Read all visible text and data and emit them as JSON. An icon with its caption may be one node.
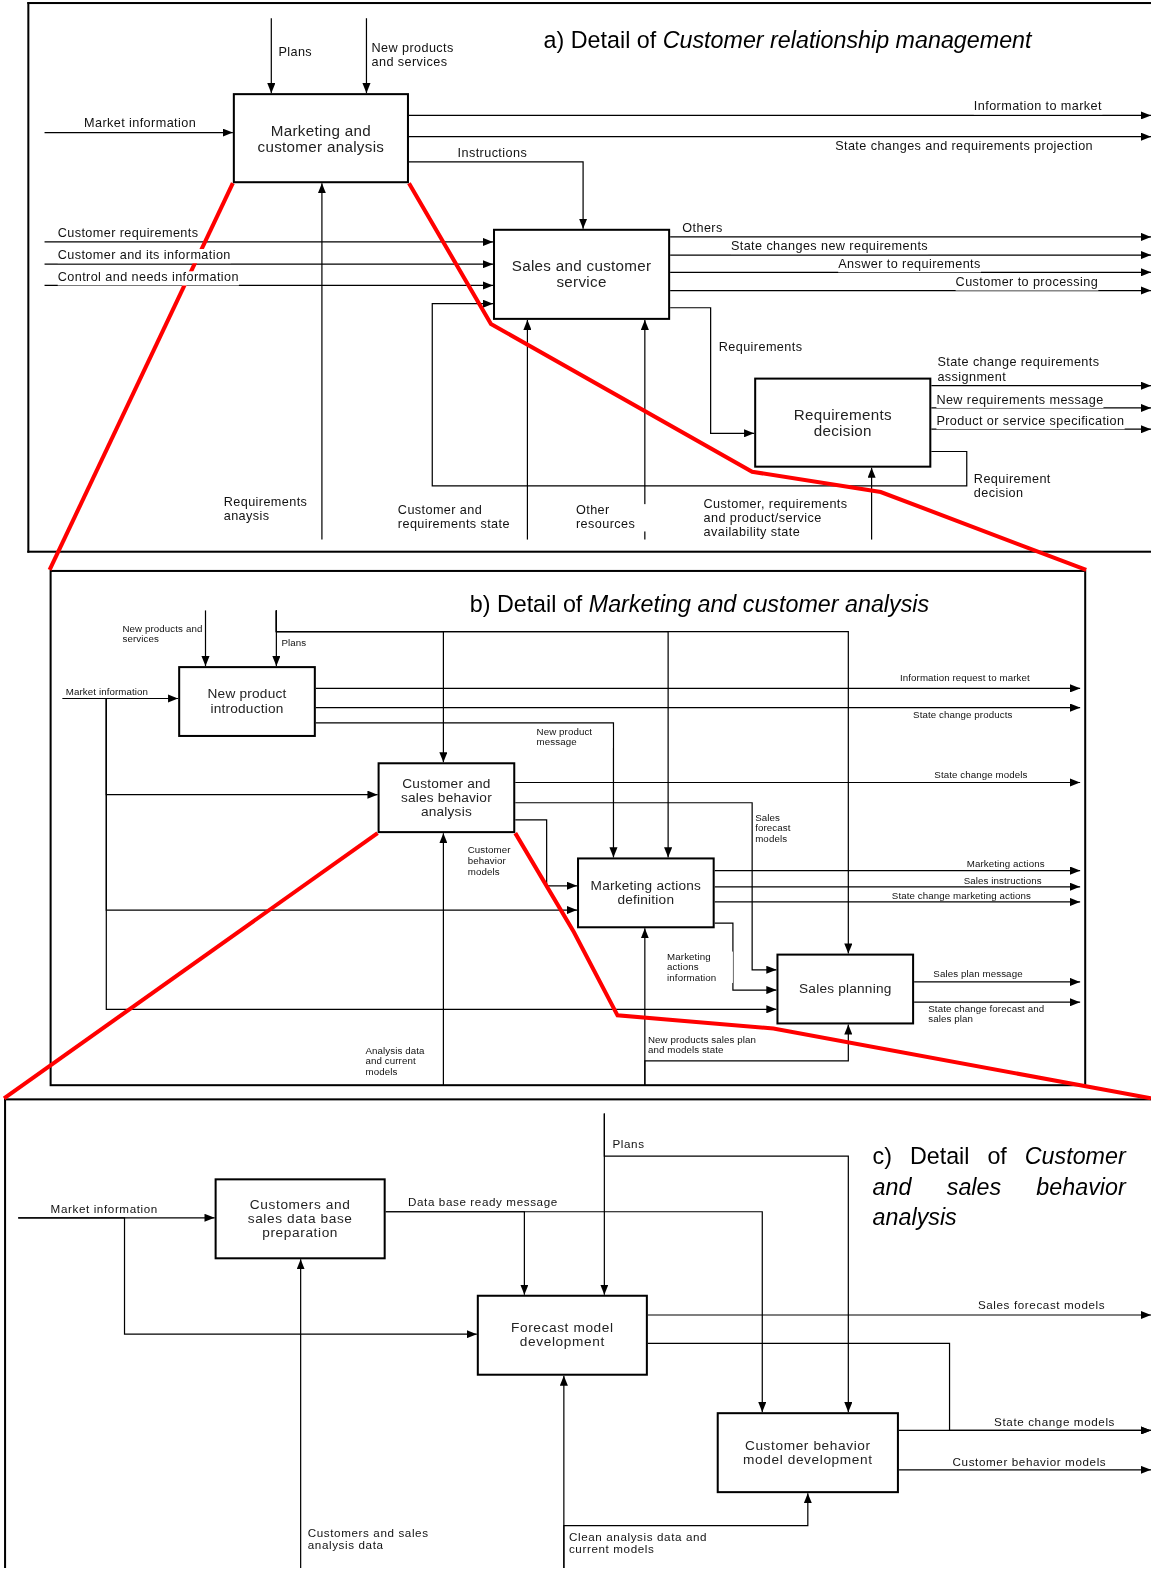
{
  "diagram": {
    "nodes": [
      {
        "text": [
          "a) Detail of *Customer relationship management*"
        ]
      },
      {
        "text": [
          "Marketing and customer analysis"
        ],
        "in": 0
      },
      {
        "text": [
          "Sales and customer service"
        ],
        "in": 0
      },
      {
        "text": [
          "Requirements decision"
        ],
        "in": 0
      },
      {
        "text": [
          "b) Detail of *Marketing and customer analysis*"
        ]
      },
      {
        "text": [
          "New product introduction"
        ],
        "in": 4
      },
      {
        "text": [
          "Customer and sales behavior analysis"
        ],
        "in": 4
      },
      {
        "text": [
          "Marketing actions definition"
        ],
        "in": 4
      },
      {
        "text": [
          "Sales planning"
        ],
        "in": 4
      },
      {
        "text": [
          "c) Detail of *Customer and sales behavior analysis*"
        ]
      },
      {
        "text": [
          "Customers and sales data base preparation"
        ],
        "in": 9
      },
      {
        "text": [
          "Forecast model development"
        ],
        "in": 9
      },
      {
        "text": [
          "Customer behavior model development"
        ],
        "in": 9
      }
    ],
    "edges": [
      {
        "from": null,
        "to": 1,
        "arrow": "to",
        "label": "Plans"
      },
      {
        "from": null,
        "to": 1,
        "arrow": "to",
        "label": "New products and services"
      },
      {
        "from": null,
        "to": 1,
        "arrow": "to",
        "label": "Market information"
      },
      {
        "from": 1,
        "to": null,
        "arrow": "to",
        "label": "Information to market"
      },
      {
        "from": 1,
        "to": null,
        "arrow": "to",
        "label": "State changes and requirements projection"
      },
      {
        "from": 1,
        "to": 2,
        "arrow": "to",
        "label": "Instructions"
      },
      {
        "from": null,
        "to": 2,
        "arrow": "to",
        "label": "Customer requirements"
      },
      {
        "from": null,
        "to": 2,
        "arrow": "to",
        "label": "Customer and its information"
      },
      {
        "from": null,
        "to": 2,
        "arrow": "to",
        "label": "Control and needs information"
      },
      {
        "from": 2,
        "to": null,
        "arrow": "to",
        "label": "Others"
      },
      {
        "from": 2,
        "to": null,
        "arrow": "to",
        "label": "State changes new requirements"
      },
      {
        "from": 2,
        "to": null,
        "arrow": "to",
        "label": "Answer to requirements"
      },
      {
        "from": 2,
        "to": null,
        "arrow": "to",
        "label": "Customer to processing"
      },
      {
        "from": 2,
        "to": 3,
        "arrow": "to",
        "label": "Requirements"
      },
      {
        "from": 3,
        "to": null,
        "arrow": "to",
        "label": "State change requirements assignment"
      },
      {
        "from": 3,
        "to": null,
        "arrow": "to",
        "label": "New requirements message"
      },
      {
        "from": 3,
        "to": null,
        "arrow": "to",
        "label": "Product or service specification"
      },
      {
        "from": 3,
        "to": 2,
        "arrow": "to",
        "label": "Requirement decision"
      },
      {
        "from": null,
        "to": 1,
        "arrow": "to",
        "label": "Requirements anaysis"
      },
      {
        "from": null,
        "to": 2,
        "arrow": "to",
        "label": "Customer and requirements state"
      },
      {
        "from": null,
        "to": 2,
        "arrow": "to",
        "label": "Other resources"
      },
      {
        "from": null,
        "to": 3,
        "arrow": "to",
        "label": "Customer, requirements and product/service availability state"
      },
      {
        "from": null,
        "to": 5,
        "arrow": "to",
        "label": "New products and services"
      },
      {
        "from": null,
        "to": 5,
        "arrow": "to",
        "label": "Plans"
      },
      {
        "from": null,
        "to": 6,
        "arrow": "to"
      },
      {
        "from": null,
        "to": 7,
        "arrow": "to"
      },
      {
        "from": null,
        "to": 8,
        "arrow": "to"
      },
      {
        "from": null,
        "to": 5,
        "arrow": "to",
        "label": "Market information"
      },
      {
        "from": null,
        "to": 6,
        "arrow": "to"
      },
      {
        "from": null,
        "to": 7,
        "arrow": "to"
      },
      {
        "from": null,
        "to": 8,
        "arrow": "to"
      },
      {
        "from": 5,
        "to": null,
        "arrow": "to",
        "label": "Information request to market"
      },
      {
        "from": 5,
        "to": null,
        "arrow": "to",
        "label": "State change products"
      },
      {
        "from": 5,
        "to": 7,
        "arrow": "to",
        "label": "New product message"
      },
      {
        "from": 6,
        "to": null,
        "arrow": "to",
        "label": "State change models"
      },
      {
        "from": 6,
        "to": 8,
        "arrow": "to",
        "label": "Sales forecast models"
      },
      {
        "from": 6,
        "to": 7,
        "arrow": "to",
        "label": "Customer behavior models"
      },
      {
        "from": 7,
        "to": null,
        "arrow": "to",
        "label": "Marketing actions"
      },
      {
        "from": 7,
        "to": null,
        "arrow": "to",
        "label": "Sales instructions"
      },
      {
        "from": 7,
        "to": null,
        "arrow": "to",
        "label": "State change marketing actions"
      },
      {
        "from": 7,
        "to": 8,
        "arrow": "to",
        "label": "Marketing actions information"
      },
      {
        "from": 8,
        "to": null,
        "arrow": "to",
        "label": "Sales plan message"
      },
      {
        "from": 8,
        "to": null,
        "arrow": "to",
        "label": "State change forecast and sales plan"
      },
      {
        "from": null,
        "to": 6,
        "arrow": "to",
        "label": "Analysis data and current models"
      },
      {
        "from": null,
        "to": 7,
        "arrow": "to",
        "label": "New products sales plan and models state"
      },
      {
        "from": null,
        "to": 8,
        "arrow": "to"
      },
      {
        "from": null,
        "to": 10,
        "arrow": "to",
        "label": "Market information"
      },
      {
        "from": null,
        "to": 11,
        "arrow": "to"
      },
      {
        "from": 10,
        "to": 11,
        "arrow": "to",
        "label": "Data base ready message"
      },
      {
        "from": 10,
        "to": 12,
        "arrow": "to"
      },
      {
        "from": null,
        "to": 11,
        "arrow": "to",
        "label": "Plans"
      },
      {
        "from": null,
        "to": 12,
        "arrow": "to"
      },
      {
        "from": 11,
        "to": null,
        "arrow": "to",
        "label": "Sales forecast models"
      },
      {
        "from": 11,
        "to": null,
        "arrow": "to",
        "label": "State change models"
      },
      {
        "from": 12,
        "to": null,
        "arrow": "to"
      },
      {
        "from": 12,
        "to": null,
        "arrow": "to",
        "label": "Customer behavior models"
      },
      {
        "from": null,
        "to": 10,
        "arrow": "to",
        "label": "Customers and sales analysis data"
      },
      {
        "from": null,
        "to": 11,
        "arrow": "to",
        "label": "Clean analysis data and current models"
      },
      {
        "from": null,
        "to": 12,
        "arrow": "to"
      },
      {
        "from": 1,
        "to": 4,
        "arrow": "none",
        "style": "thick",
        "color": "#ff0000"
      },
      {
        "from": 1,
        "to": 4,
        "arrow": "none",
        "style": "thick",
        "color": "#ff0000"
      },
      {
        "from": 6,
        "to": 9,
        "arrow": "none",
        "style": "thick",
        "color": "#ff0000"
      },
      {
        "from": 6,
        "to": 9,
        "arrow": "none",
        "style": "thick",
        "color": "#ff0000"
      }
    ]
  }
}
